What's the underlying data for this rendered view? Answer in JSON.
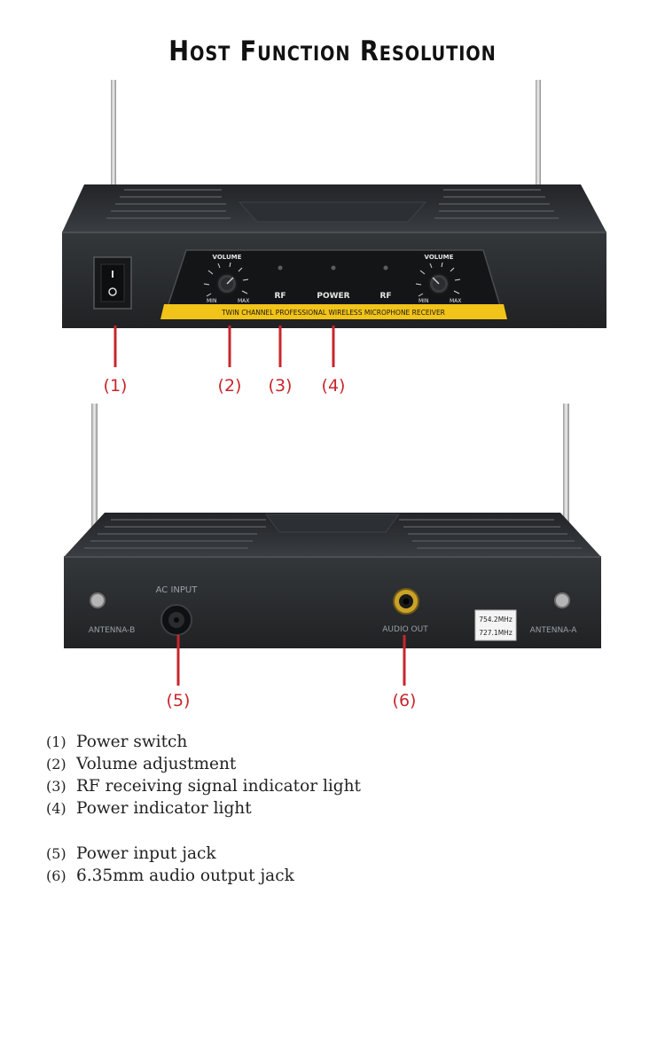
{
  "title": "Host Function Resolution",
  "front_panel": {
    "volume_left": "VOLUME",
    "volume_right": "VOLUME",
    "min": "MIN",
    "max": "MAX",
    "rf_left": "RF",
    "power": "POWER",
    "rf_right": "RF",
    "strip_text": "TWIN CHANNEL PROFESSIONAL WIRELESS MICROPHONE RECEIVER"
  },
  "rear_panel": {
    "ac_input": "AC INPUT",
    "antenna_b": "ANTENNA-B",
    "antenna_a": "ANTENNA-A",
    "audio_out": "AUDIO OUT",
    "freq_1": "754.2MHz",
    "freq_2": "727.1MHz"
  },
  "callouts": {
    "c1": "(1)",
    "c2": "(2)",
    "c3": "(3)",
    "c4": "(4)",
    "c5": "(5)",
    "c6": "(6)"
  },
  "legend": [
    {
      "num": "(1)",
      "text": "Power switch"
    },
    {
      "num": "(2)",
      "text": "Volume adjustment"
    },
    {
      "num": "(3)",
      "text": "RF receiving signal indicator light"
    },
    {
      "num": "(4)",
      "text": "Power indicator light"
    },
    {
      "num": "(5)",
      "text": "Power input jack"
    },
    {
      "num": "(6)",
      "text": "6.35mm audio output jack"
    }
  ],
  "colors": {
    "callout_red": "#c8262b",
    "device_body": "#2a2d30",
    "yellow_strip": "#f2c319"
  }
}
